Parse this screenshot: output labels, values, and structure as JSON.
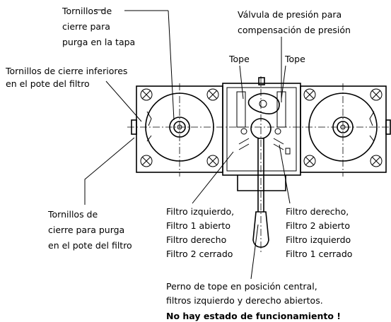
{
  "labels": {
    "tornillos_tapa": [
      "Tornillos de",
      "cierre para",
      "purga en la tapa"
    ],
    "valvula": [
      "Válvula de presión para",
      "compensación de presión"
    ],
    "tope_left": "Tope",
    "tope_right": "Tope",
    "tornillos_inferiores": [
      "Tornillos de cierre inferiores",
      "en el pote del filtro"
    ],
    "tornillos_purga_pote": [
      "Tornillos de",
      "cierre para purga",
      "en el pote del filtro"
    ],
    "filtro_izq_state": [
      "Filtro izquierdo,",
      "Filtro 1 abierto",
      "Filtro derecho",
      "Filtro 2 cerrado"
    ],
    "filtro_der_state": [
      "Filtro derecho,",
      "Filtro 2 abierto",
      "Filtro izquierdo",
      "Filtro 1 cerrado"
    ],
    "perno": [
      "Perno de tope en posición central,",
      "filtros izquierdo y derecho abiertos."
    ],
    "warning": "No hay estado de funcionamiento !"
  }
}
